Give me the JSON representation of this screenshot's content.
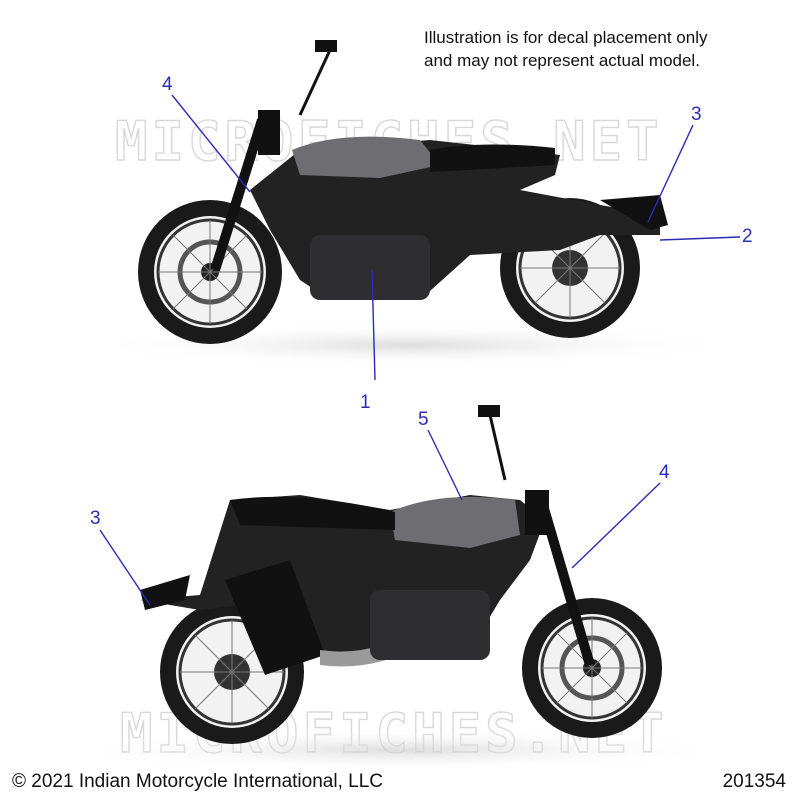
{
  "note": {
    "line1": "Illustration is for decal placement only",
    "line2": "and may not represent actual model."
  },
  "footer": {
    "copyright": "© 2021 Indian Motorcycle International, LLC",
    "figure_number": "201354"
  },
  "watermark": {
    "text": "MICROFICHES.NET"
  },
  "callouts": {
    "top_1": "1",
    "top_2": "2",
    "top_3": "3",
    "top_4": "4",
    "bottom_3": "3",
    "bottom_4": "4",
    "bottom_5": "5"
  },
  "colors": {
    "leader_line": "#2b2bb8",
    "bike_body": "#1c1c1e",
    "tank_gray": "#6e6e72"
  }
}
